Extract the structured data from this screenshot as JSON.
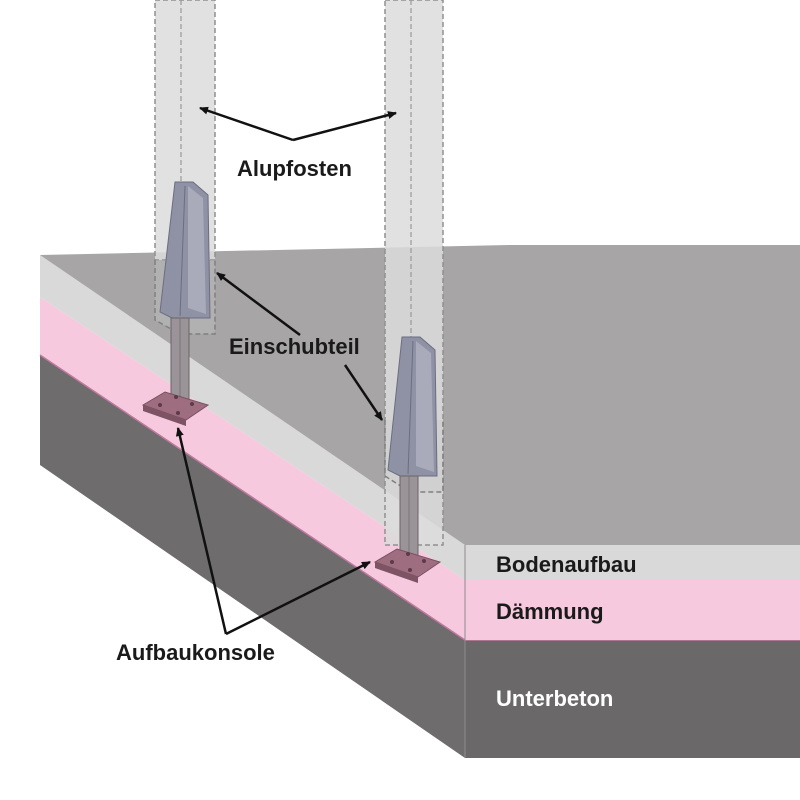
{
  "labels": {
    "alupfosten": "Alupfosten",
    "einschubteil": "Einschubteil",
    "aufbaukonsole": "Aufbaukonsole",
    "bodenaufbau": "Bodenaufbau",
    "daemmung": "Dämmung",
    "unterbeton": "Unterbeton"
  },
  "colors": {
    "slab_top": "#a7a5a6",
    "bodenaufbau": "#d9d9d9",
    "daemmung": "#f6c9df",
    "unterbeton": "#6e6c6d",
    "konsole": "#9e6e80",
    "einschubteil": "#8f91a4",
    "arrow": "#111111"
  }
}
